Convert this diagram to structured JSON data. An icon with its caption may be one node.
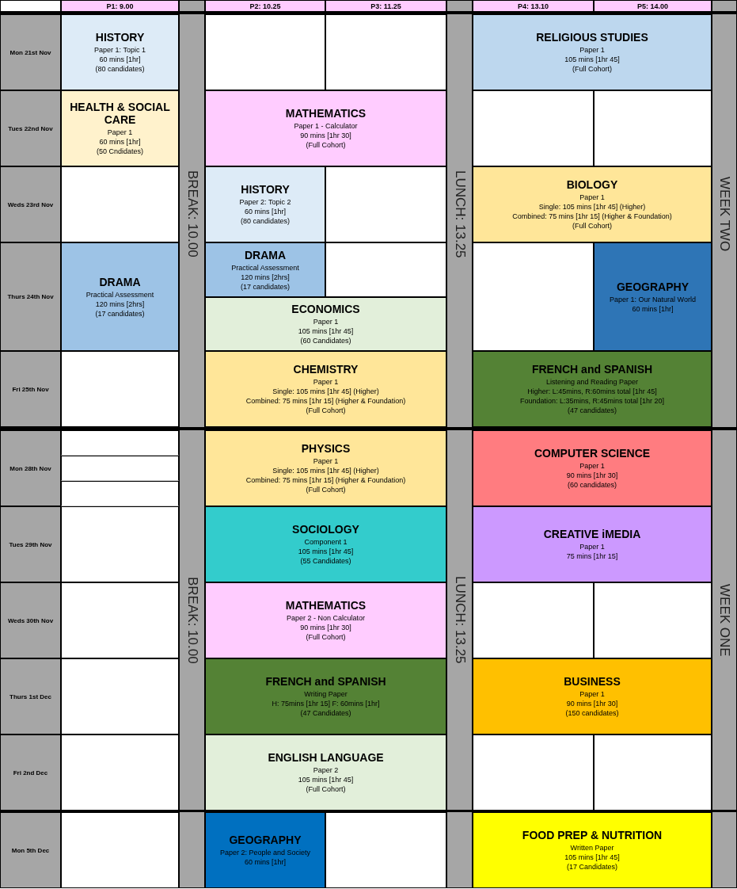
{
  "diagram": {
    "nodes": [
      {
        "text": [
          "HISTORY",
          "Paper 1: Topic 1",
          "60 mins [1hr]",
          "(80 candidates)"
        ]
      },
      {
        "text": [
          "RELIGIOUS STUDIES",
          "Paper 1",
          "105 mins [1hr 45]",
          "(Full Cohort)"
        ]
      },
      {
        "text": [
          "HEALTH & SOCIAL CARE",
          "Paper 1",
          "60 mins [1hr]",
          "(50 Cndidates)"
        ]
      },
      {
        "text": [
          "MATHEMATICS",
          "Paper 1 - Calculator",
          "90 mins [1hr 30]",
          "(Full Cohort)"
        ]
      },
      {
        "text": [
          "HISTORY",
          "Paper 2: Topic 2",
          "60 mins [1hr]",
          "(80 candidates)"
        ]
      },
      {
        "text": [
          "BIOLOGY",
          "Paper 1",
          "Single: 105 mins [1hr 45] (Higher)",
          "Combined: 75 mins [1hr 15] (Higher & Foundation)",
          "(Full Cohort)"
        ]
      },
      {
        "text": [
          "DRAMA",
          "Practical Assessment",
          "120 mins [2hrs]",
          "(17 candidates)"
        ]
      },
      {
        "text": [
          "DRAMA",
          "Practical Assessment",
          "120 mins [2hrs]",
          "(17 candidates)"
        ]
      },
      {
        "text": [
          "GEOGRAPHY",
          "Paper 1: Our Natural World",
          "60 mins [1hr]"
        ]
      },
      {
        "text": [
          "ECONOMICS",
          "Paper 1",
          "105 mins [1hr 45]",
          "(60 Candidates)"
        ]
      },
      {
        "text": [
          "CHEMISTRY",
          "Paper 1",
          "Single: 105 mins [1hr 45] (Higher)",
          "Combined: 75 mins [1hr 15] (Higher & Foundation)",
          "(Full Cohort)"
        ]
      },
      {
        "text": [
          "FRENCH and SPANISH",
          "Listening and Reading Paper",
          "Higher: L:45mins, R:60mins total [1hr 45]",
          "Foundation: L:35mins, R:45mins total [1hr 20]",
          "(47 candidates)"
        ]
      },
      {
        "text": [
          "PHYSICS",
          "Paper 1",
          "Single: 105 mins [1hr 45] (Higher)",
          "Combined: 75 mins [1hr 15] (Higher & Foundation)",
          "(Full Cohort)"
        ]
      },
      {
        "text": [
          "COMPUTER SCIENCE",
          "Paper 1",
          "90 mins [1hr 30]",
          "(60 candidates)"
        ]
      },
      {
        "text": [
          "SOCIOLOGY",
          "Component 1",
          "105 mins [1hr 45]",
          "(55 Candidates)"
        ]
      },
      {
        "text": [
          "CREATIVE iMEDIA",
          "Paper 1",
          "75 mins [1hr 15]"
        ]
      },
      {
        "text": [
          "MATHEMATICS",
          "Paper 2 - Non Calculator",
          "90 mins [1hr 30]",
          "(Full Cohort)"
        ]
      },
      {
        "text": [
          "FRENCH and SPANISH",
          "Writing Paper",
          "H: 75mins [1hr 15] F: 60mins [1hr]",
          "(47 Candidates)"
        ]
      },
      {
        "text": [
          "BUSINESS",
          "Paper 1",
          "90 mins [1hr 30]",
          "(150 candidates)"
        ]
      },
      {
        "text": [
          "ENGLISH LANGUAGE",
          "Paper 2",
          "105 mins [1hr 45]",
          "(Full Cohort)"
        ]
      },
      {
        "text": [
          "GEOGRAPHY",
          "Paper 2: People and Society",
          "60 mins [1hr]"
        ]
      },
      {
        "text": [
          "FOOD PREP & NUTRITION",
          "Written Paper",
          "105 mins [1hr 45]",
          "(17 Candidates)"
        ]
      }
    ],
    "labels": [
      "P1: 9.00",
      "P2: 10.25",
      "P3: 11.25",
      "P4: 13.10",
      "P5: 14.00",
      "Mon 21st Nov",
      "Tues 22nd Nov",
      "Weds 23rd Nov",
      "BREAK: 10.00",
      "LUNCH: 13.25",
      "WEEK TWO",
      "Thurs 24th Nov",
      "Fri 25th Nov",
      "Mon 28th Nov",
      "Tues 29th Nov",
      "Weds 30th Nov",
      "BREAK: 10.00",
      "LUNCH: 13.25",
      "WEEK ONE",
      "Thurs 1st Dec",
      "Fri 2nd Dec",
      "Mon 5th Dec"
    ]
  }
}
